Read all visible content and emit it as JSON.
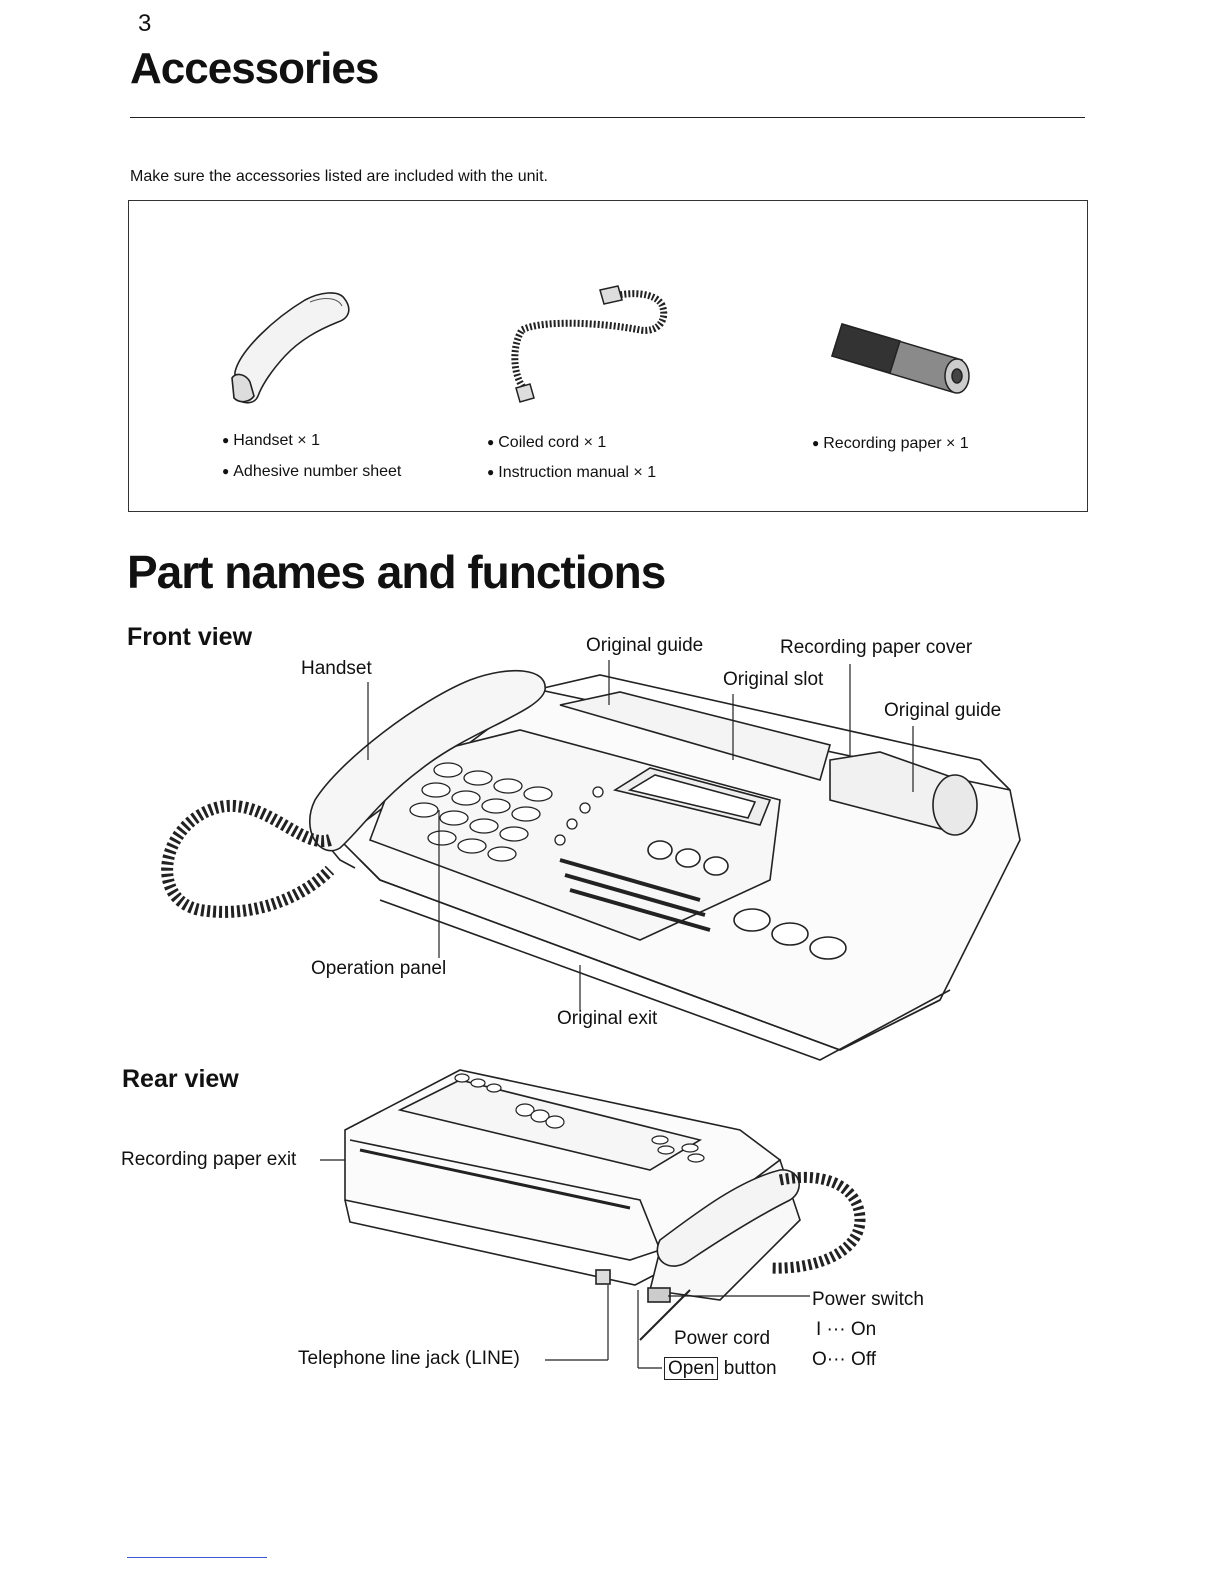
{
  "page_number": "3",
  "accessories": {
    "title": "Accessories",
    "intro": "Make sure the accessories listed are included with the unit.",
    "items": [
      "Handset × 1",
      "Adhesive number sheet",
      "Coiled cord × 1",
      "Instruction manual × 1",
      "Recording paper × 1"
    ]
  },
  "parts": {
    "title": "Part names and functions",
    "front_view": {
      "heading": "Front view",
      "labels": {
        "handset": "Handset",
        "original_guide_left": "Original guide",
        "recording_paper_cover": "Recording paper cover",
        "original_slot": "Original slot",
        "original_guide_right": "Original guide",
        "operation_panel": "Operation panel",
        "original_exit": "Original exit"
      }
    },
    "rear_view": {
      "heading": "Rear view",
      "labels": {
        "recording_paper_exit": "Recording paper exit",
        "power_switch": "Power switch",
        "power_on": "I ··· On",
        "power_off": "O··· Off",
        "power_cord": "Power cord",
        "open_key": "Open",
        "open_button_suffix": "button",
        "telephone_line_jack": "Telephone line jack (LINE)"
      }
    }
  }
}
